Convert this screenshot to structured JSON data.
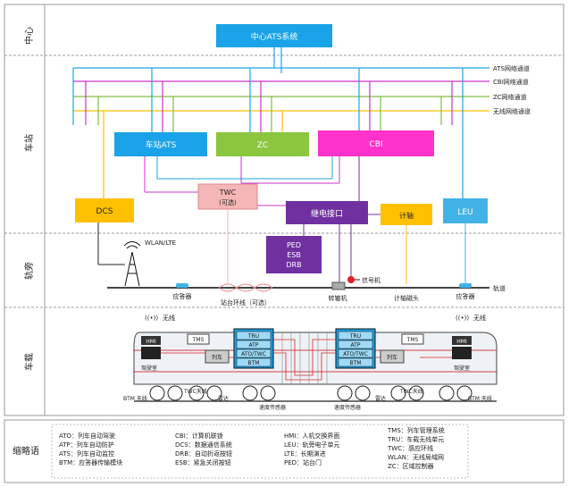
{
  "rows": {
    "center": "中心",
    "station": "车站",
    "trackside": "轨旁",
    "onboard": "车载"
  },
  "boxes": {
    "center_ats": "中心ATS系统",
    "station_ats": "车站ATS",
    "zc": "ZC",
    "cbi": "CBI",
    "dcs": "DCS",
    "twc_line1": "TWC",
    "twc_line2": "(可选)",
    "relay_interface": "继电接口",
    "axle_counter": "计轴",
    "leu": "LEU",
    "ped_line1": "PED",
    "ped_line2": "ESB",
    "ped_line3": "DRB"
  },
  "networks": [
    "ATS网络通道",
    "CBI网络通道",
    "ZC网络通道",
    "无线网络通道"
  ],
  "trackside": {
    "wlan": "WLAN/LTE",
    "balise1": "应答器",
    "loop": "站台环线（可选）",
    "switch": "转辙机",
    "signal": "信号机",
    "axle_head": "计轴磁头",
    "balise2": "应答器",
    "track": "轨道"
  },
  "onboard": {
    "wireless_left": "无线",
    "wireless_right": "无线",
    "hmi": "HMI",
    "tms": "TMS",
    "tru": "TRU",
    "atp": "ATP",
    "ato_twc": "ATO/TWC",
    "btm": "BTM",
    "train": "列车",
    "cab": "驾驶室",
    "btm_antenna": "BTM 天线",
    "twc_antenna": "TWC天线",
    "radar": "雷达",
    "speed_sensor": "速度传感器"
  },
  "legend": {
    "title": "缩略语",
    "col1": [
      "ATO：列车自动驾驶",
      "ATP：列车自动防护",
      "ATS：列车自动监控",
      "BTM：应答器传输模块"
    ],
    "col2": [
      "CBI：计算机联锁",
      "DCS：数据通信系统",
      "DRB：自动折返按钮",
      "ESB：紧急关闭按钮"
    ],
    "col3": [
      "HMI：人机交换界面",
      "LEU：轨旁电子单元",
      "LTE：长期演进",
      "PED：站台门"
    ],
    "col4": [
      "TMS：列车管理系统",
      "TRU：车载无线单元",
      "TWC：感应环线",
      "WLAN：无线局域网",
      "ZC：区域控制器"
    ]
  },
  "colors": {
    "ats": "#1aa3e8",
    "cbi_box": "#ff33cc",
    "zc_box": "#8cc63f",
    "dcs": "#ffc000",
    "twc": "#f4b6b6",
    "relay": "#7030a0",
    "leu": "#41b3e6",
    "net_cbi": "#cc33cc",
    "net_zc": "#7fbf3f",
    "net_wireless": "#ffc000",
    "train_red": "#e02020"
  }
}
